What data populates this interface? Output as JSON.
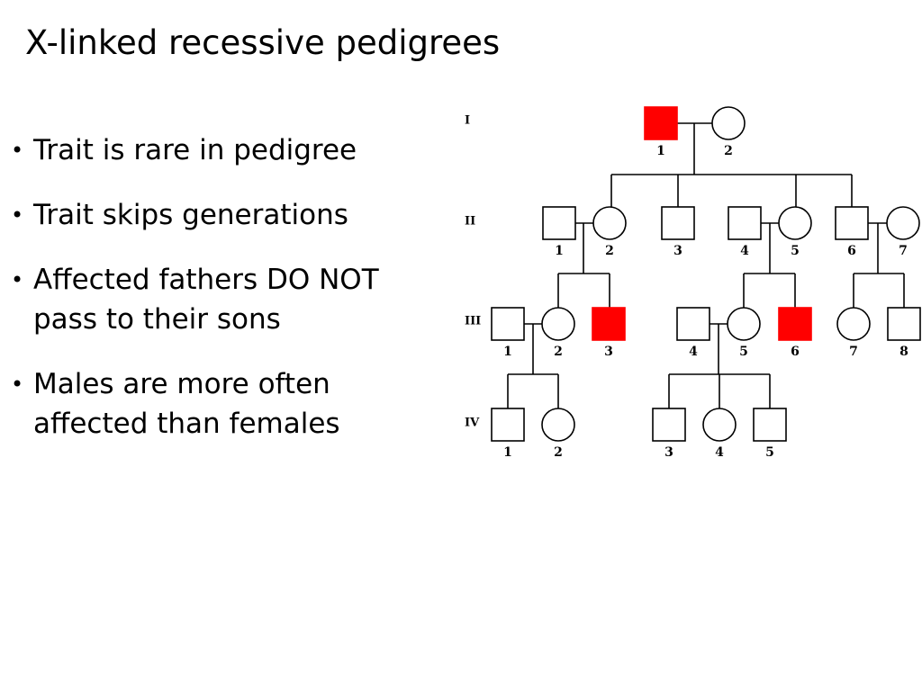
{
  "title": "X-linked recessive pedigrees",
  "bullets": [
    "Trait is rare in pedigree",
    "Trait skips generations",
    "Affected fathers DO NOT pass to their sons",
    "Males are more often affected than females"
  ],
  "colors": {
    "affected": "#ff0000",
    "unaffected": "#ffffff",
    "line": "#000000"
  },
  "pedigree": {
    "generations": [
      {
        "label": "I",
        "members": [
          {
            "id": "1",
            "sex": "male",
            "affected": true
          },
          {
            "id": "2",
            "sex": "female",
            "affected": false
          }
        ]
      },
      {
        "label": "II",
        "members": [
          {
            "id": "1",
            "sex": "male",
            "affected": false
          },
          {
            "id": "2",
            "sex": "female",
            "affected": false
          },
          {
            "id": "3",
            "sex": "male",
            "affected": false
          },
          {
            "id": "4",
            "sex": "male",
            "affected": false
          },
          {
            "id": "5",
            "sex": "female",
            "affected": false
          },
          {
            "id": "6",
            "sex": "male",
            "affected": false
          },
          {
            "id": "7",
            "sex": "female",
            "affected": false
          }
        ]
      },
      {
        "label": "III",
        "members": [
          {
            "id": "1",
            "sex": "male",
            "affected": false
          },
          {
            "id": "2",
            "sex": "female",
            "affected": false
          },
          {
            "id": "3",
            "sex": "male",
            "affected": true
          },
          {
            "id": "4",
            "sex": "male",
            "affected": false
          },
          {
            "id": "5",
            "sex": "female",
            "affected": false
          },
          {
            "id": "6",
            "sex": "male",
            "affected": true
          },
          {
            "id": "7",
            "sex": "female",
            "affected": false
          },
          {
            "id": "8",
            "sex": "male",
            "affected": false
          }
        ]
      },
      {
        "label": "IV",
        "members": [
          {
            "id": "1",
            "sex": "male",
            "affected": false
          },
          {
            "id": "2",
            "sex": "female",
            "affected": false
          },
          {
            "id": "3",
            "sex": "male",
            "affected": false
          },
          {
            "id": "4",
            "sex": "female",
            "affected": false
          },
          {
            "id": "5",
            "sex": "male",
            "affected": false
          }
        ]
      }
    ]
  }
}
